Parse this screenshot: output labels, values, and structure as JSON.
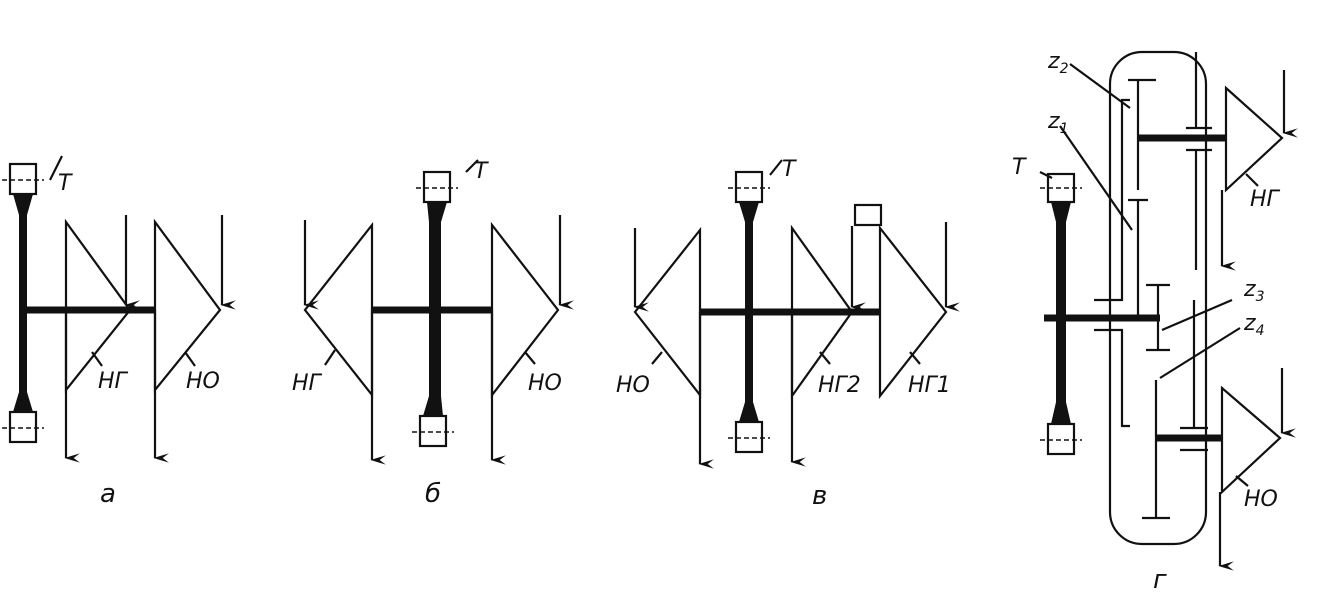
{
  "diagrams": [
    {
      "caption": "а",
      "labels": {
        "turbine": "Т",
        "pump1": "НГ",
        "pump2": "НО"
      }
    },
    {
      "caption": "б",
      "labels": {
        "turbine": "Т",
        "pump1": "НГ",
        "pump2": "НО"
      }
    },
    {
      "caption": "в",
      "labels": {
        "turbine": "Т",
        "pump1": "НО",
        "pump2": "НГ2",
        "pump3": "НГ1"
      }
    },
    {
      "caption": "г",
      "labels": {
        "turbine": "Т",
        "pump1": "НГ",
        "pump2": "НО",
        "gear_z1": "z",
        "gear_z1_sub": "1",
        "gear_z2": "z",
        "gear_z2_sub": "2",
        "gear_z3": "z",
        "gear_z3_sub": "3",
        "gear_z4": "z",
        "gear_z4_sub": "4"
      }
    }
  ]
}
